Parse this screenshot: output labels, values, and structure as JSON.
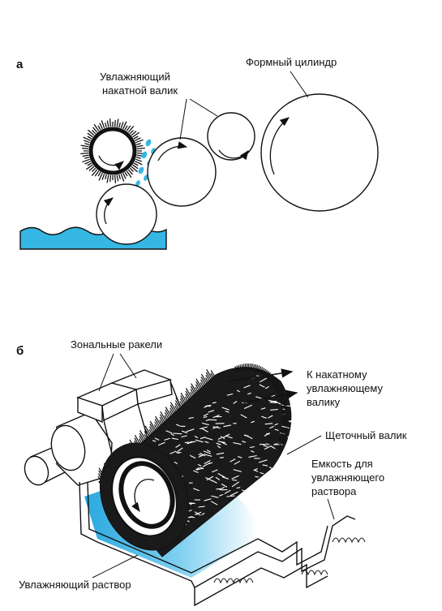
{
  "panel_a": {
    "letter": "а",
    "labels": {
      "dampening_form_roller_line1": "Увлажняющий",
      "dampening_form_roller_line2": "накатной валик",
      "plate_cylinder": "Формный цилиндр"
    }
  },
  "panel_b": {
    "letter": "б",
    "labels": {
      "zone_blades": "Зональные ракели",
      "to_roller_line1": "К накатному",
      "to_roller_line2": "увлажняющему",
      "to_roller_line3": "валику",
      "brush_roller": "Щеточный валик",
      "container_line1": "Емкость для",
      "container_line2": "увлажняющего",
      "container_line3": "раствора",
      "dampening_solution": "Увлажняющий раствор"
    }
  },
  "colors": {
    "water": "#35b6e3",
    "line": "#111111",
    "background": "#ffffff"
  }
}
